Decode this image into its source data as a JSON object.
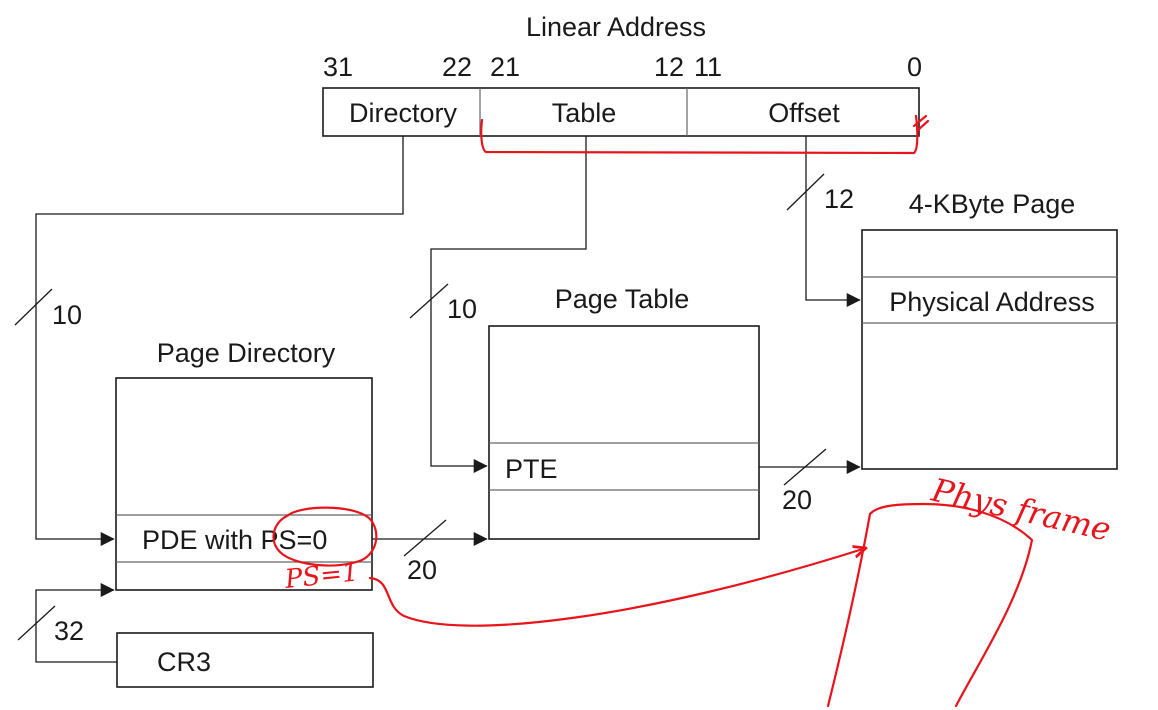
{
  "linear_address": {
    "title": "Linear Address",
    "bits": {
      "b31": "31",
      "b22": "22",
      "b21": "21",
      "b12": "12",
      "b11": "11",
      "b0": "0"
    },
    "fields": {
      "directory": "Directory",
      "table": "Table",
      "offset": "Offset"
    }
  },
  "widths": {
    "dir_bits": "10",
    "table_bits": "10",
    "offset_bits": "12",
    "pde_out": "20",
    "pte_out": "20",
    "cr3_bits": "32"
  },
  "page_directory": {
    "title": "Page Directory",
    "entry": "PDE with PS=0"
  },
  "page_table": {
    "title": "Page Table",
    "entry": "PTE"
  },
  "page": {
    "title": "4-KByte Page",
    "entry": "Physical Address"
  },
  "cr3": {
    "label": "CR3"
  },
  "annotations": {
    "ps1": "PS=1",
    "phys_frame": "Phys frame",
    "ink_color": "#e8141b"
  }
}
